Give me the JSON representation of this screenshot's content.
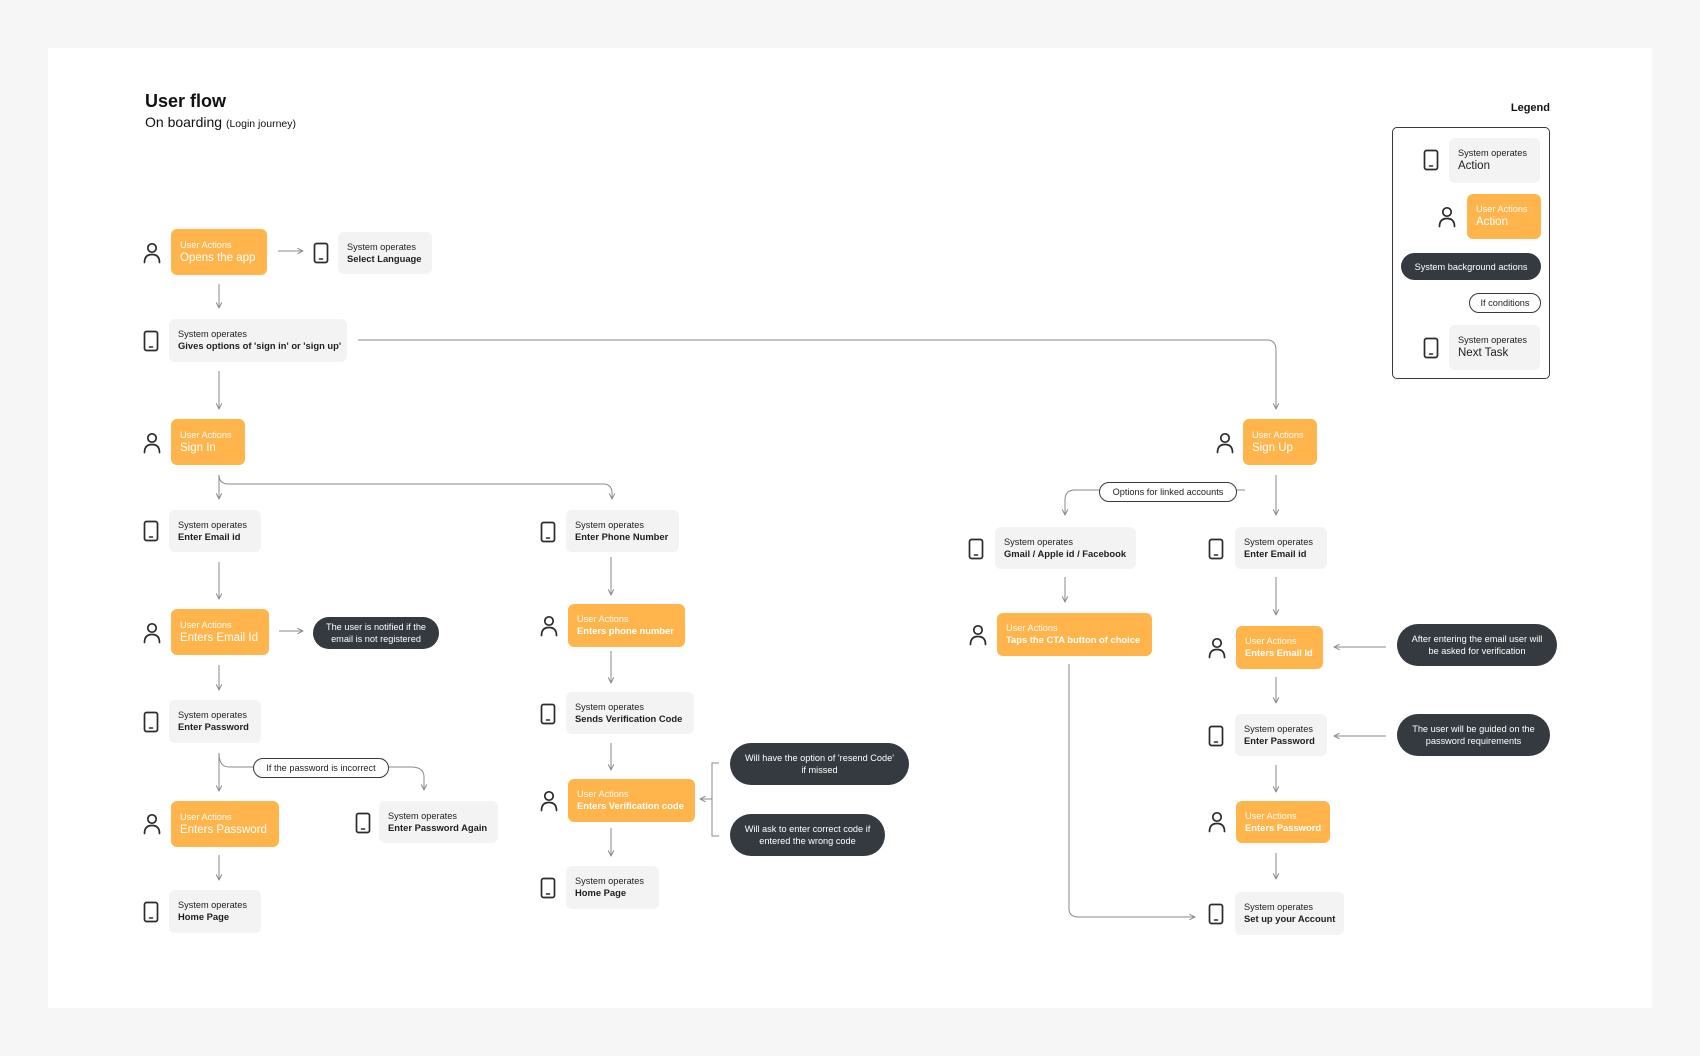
{
  "header": {
    "title": "User flow",
    "subtitle": "On boarding",
    "subtitle_note": "(Login journey)"
  },
  "legend": {
    "title": "Legend",
    "system": {
      "sub": "System operates",
      "main": "Action"
    },
    "user": {
      "sub": "User Actions",
      "main": "Action"
    },
    "background": "System background actions",
    "condition": "If conditions",
    "next": {
      "sub": "System operates",
      "main": "Next Task"
    }
  },
  "nodes": {
    "opens_app": {
      "sub": "User Actions",
      "main": "Opens the app"
    },
    "select_language": {
      "sub": "System operates",
      "main": "Select Language"
    },
    "gives_options": {
      "sub": "System operates",
      "main": "Gives options of 'sign in' or 'sign up'"
    },
    "sign_in": {
      "sub": "User Actions",
      "main": "Sign In"
    },
    "enter_email": {
      "sub": "System operates",
      "main": "Enter Email id"
    },
    "enters_email": {
      "sub": "User Actions",
      "main": "Enters Email Id"
    },
    "not_registered": [
      "The user is notified if the",
      "email is not registered"
    ],
    "enter_password": {
      "sub": "System operates",
      "main": "Enter Password"
    },
    "password_incorrect": "If the password is incorrect",
    "enters_password": {
      "sub": "User Actions",
      "main": "Enters Password"
    },
    "enter_password_again": {
      "sub": "System operates",
      "main": "Enter Password Again"
    },
    "home_page_1": {
      "sub": "System operates",
      "main": "Home Page"
    },
    "enter_phone": {
      "sub": "System operates",
      "main": "Enter Phone Number"
    },
    "enters_phone": {
      "sub": "User Actions",
      "main": "Enters phone number"
    },
    "sends_code": {
      "sub": "System operates",
      "main": "Sends Verification Code"
    },
    "enters_code": {
      "sub": "User Actions",
      "main": "Enters Verification code"
    },
    "resend_note": [
      "Will have the option of 'resend Code'",
      "if missed"
    ],
    "wrong_code_note": [
      "Will ask to enter correct code if",
      "entered the wrong code"
    ],
    "home_page_2": {
      "sub": "System operates",
      "main": "Home Page"
    },
    "sign_up": {
      "sub": "User Actions",
      "main": "Sign Up"
    },
    "linked_accounts": "Options for linked accounts",
    "gmail_apple": {
      "sub": "System operates",
      "main": "Gmail / Apple id / Facebook"
    },
    "taps_cta": {
      "sub": "User Actions",
      "main": "Taps the CTA button of choice"
    },
    "su_enter_email": {
      "sub": "System operates",
      "main": "Enter Email id"
    },
    "su_enters_email": {
      "sub": "User Actions",
      "main": "Enters Email Id"
    },
    "verification_note": [
      "After entering the email user will",
      "be asked for verification"
    ],
    "su_enter_password": {
      "sub": "System operates",
      "main": "Enter Password"
    },
    "password_req_note": [
      "The user will be guided on the",
      "password requirements"
    ],
    "su_enters_password": {
      "sub": "User Actions",
      "main": "Enters Password"
    },
    "setup_account": {
      "sub": "System operates",
      "main": "Set up your Account"
    }
  },
  "colors": {
    "user_action": "#ffb54c",
    "system_box": "#f3f3f3",
    "background_action": "#343a40",
    "line": "#8a8a8a"
  },
  "icons": {
    "user": "person-icon",
    "system": "phone-icon"
  }
}
